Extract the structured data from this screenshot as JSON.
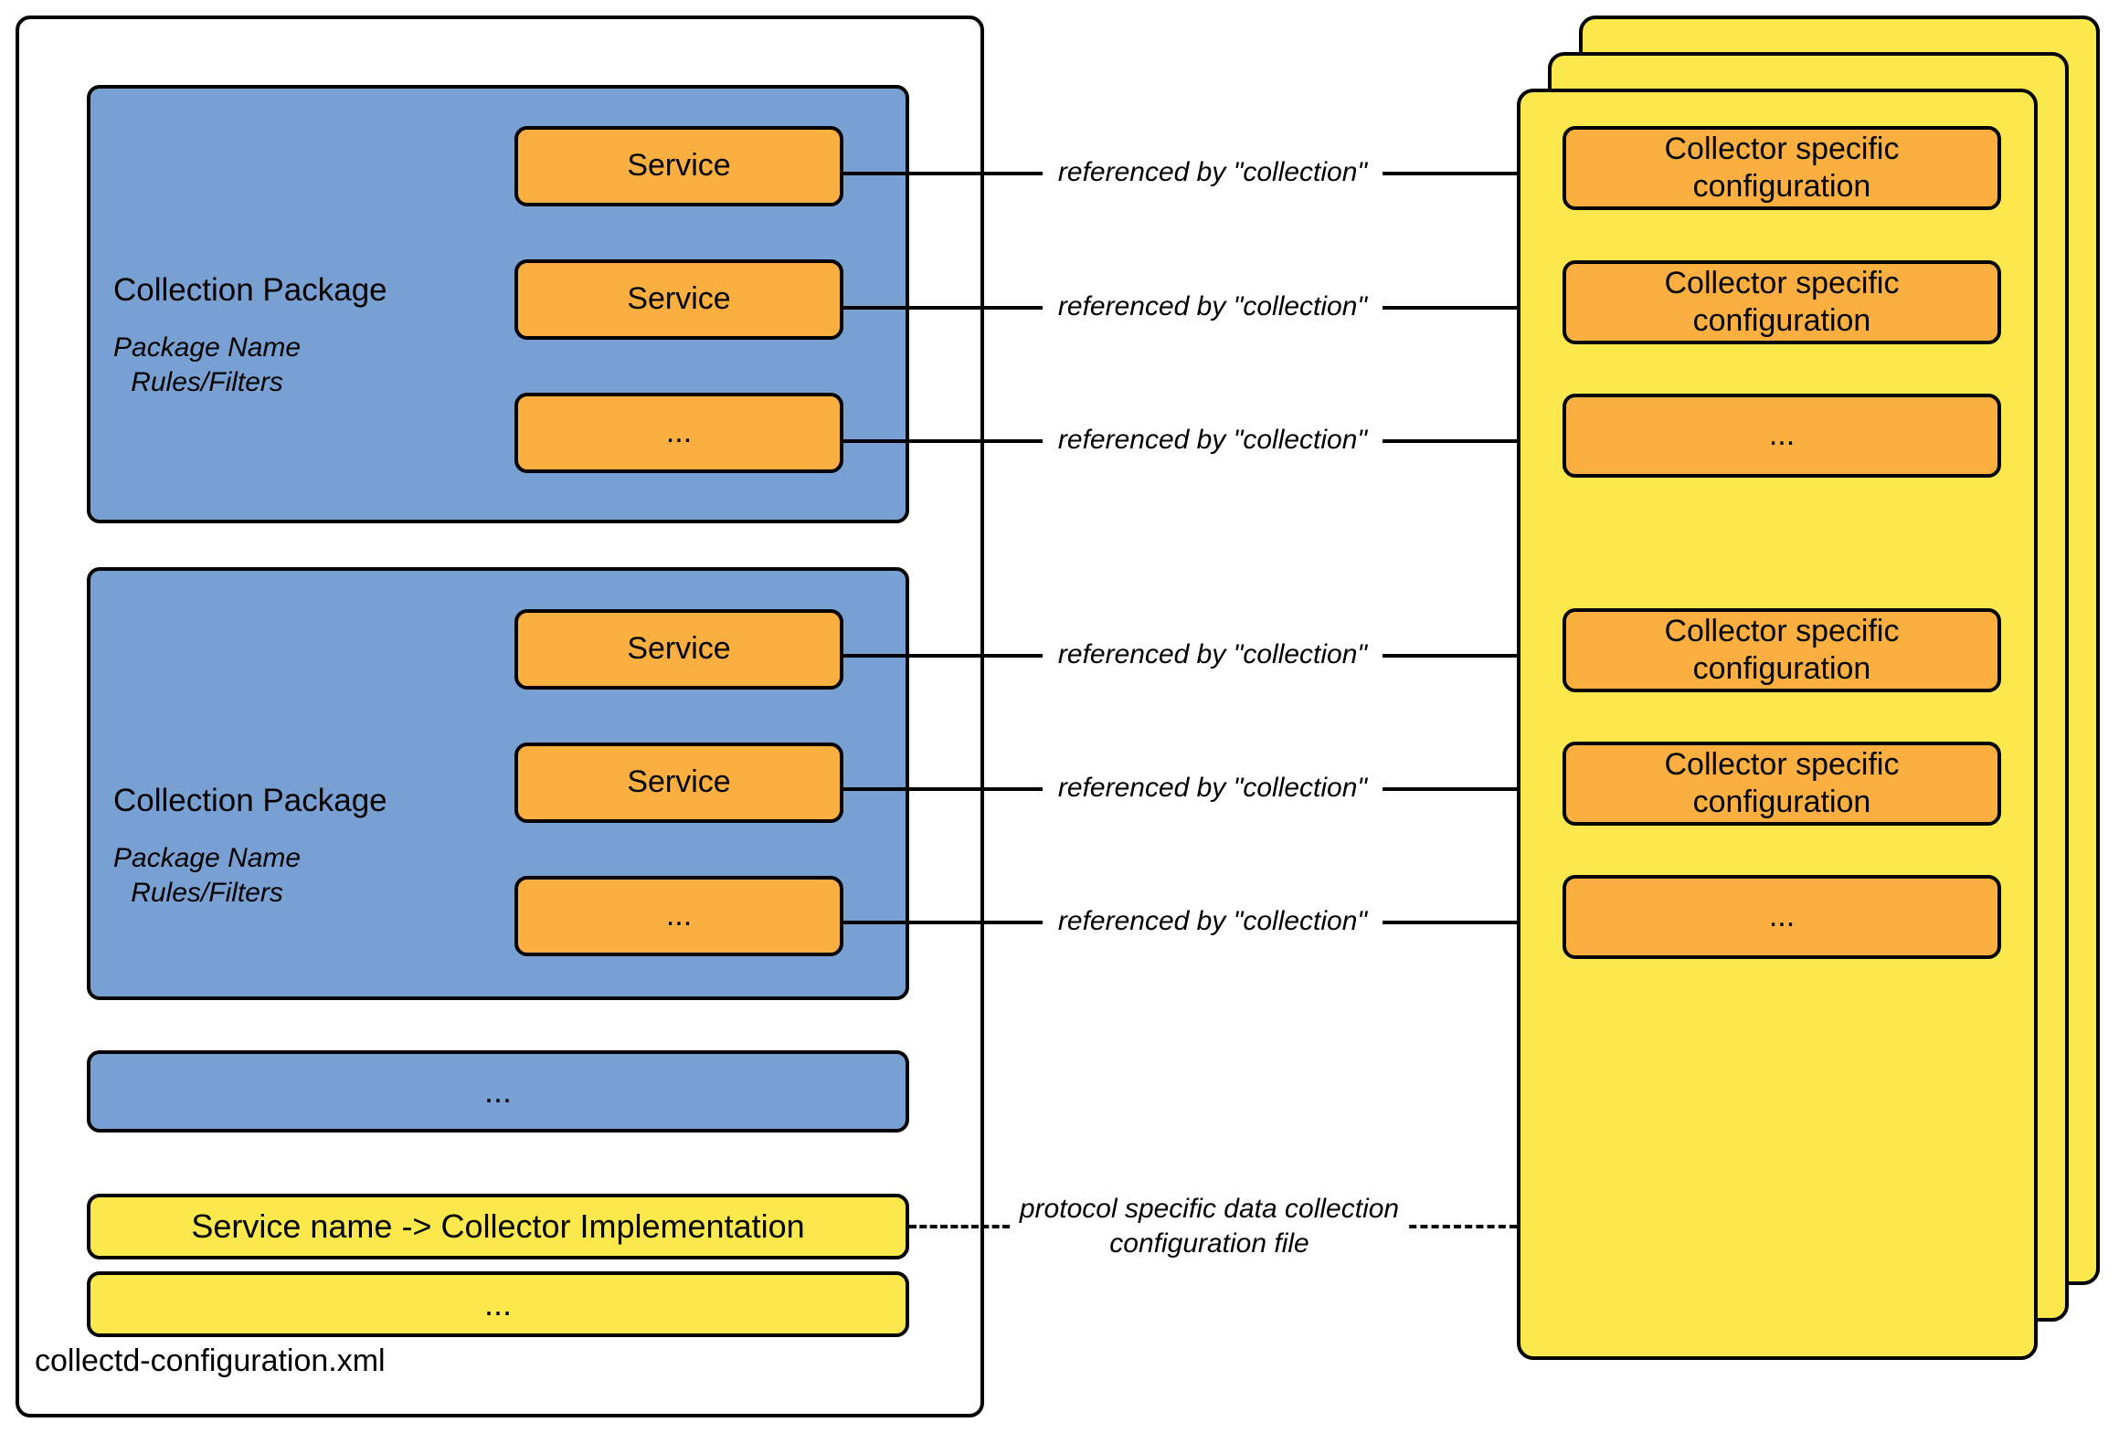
{
  "diagram": {
    "file_container": {
      "caption": "collectd-configuration.xml"
    },
    "packages": [
      {
        "title": "Collection Package",
        "subtitle": "Package Name\nRules/Filters",
        "services": [
          "Service",
          "Service",
          "..."
        ]
      },
      {
        "title": "Collection Package",
        "subtitle": "Package Name\nRules/Filters",
        "services": [
          "Service",
          "Service",
          "..."
        ]
      }
    ],
    "package_ellipsis": "...",
    "map_rows": [
      "Service name -> Collector Implementation",
      "..."
    ],
    "edge_labels": {
      "referenced_by": "referenced by \"collection\"",
      "protocol_file": "protocol specific data collection\nconfiguration file"
    },
    "collector_cards": {
      "stack_count": 3,
      "front_card_items": [
        "Collector specific\nconfiguration",
        "Collector specific\nconfiguration",
        "...",
        "Collector specific\nconfiguration",
        "Collector specific\nconfiguration",
        "..."
      ]
    },
    "colors": {
      "package_blue": "#79a0d2",
      "service_orange": "#fbaf41",
      "card_yellow": "#fbe84c",
      "stroke_black": "#000000",
      "background_white": "#ffffff"
    }
  }
}
